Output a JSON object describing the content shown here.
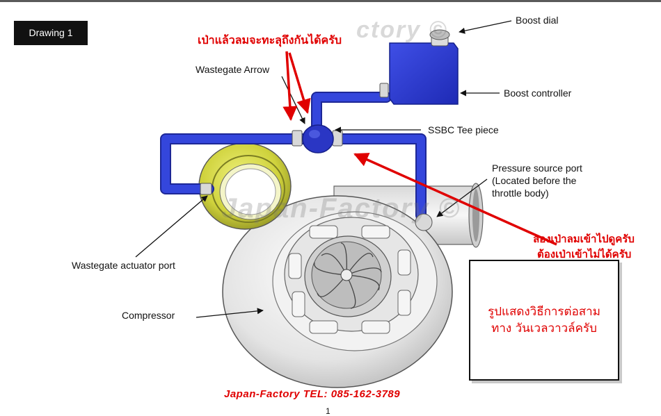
{
  "drawing_label": "Drawing 1",
  "labels": {
    "boost_dial": "Boost dial",
    "boost_controller": "Boost controller",
    "wastegate_arrow": "Wastegate Arrow",
    "ssbc_tee": "SSBC Tee piece",
    "pressure_source_1": "Pressure source port",
    "pressure_source_2": "(Located before the",
    "pressure_source_3": "throttle body)",
    "wastegate_actuator": "Wastegate actuator port",
    "compressor": "Compressor"
  },
  "thai_notes": {
    "top": "เป่าแล้วลมจะทะลุถึงกันได้ครับ",
    "right_1": "ลองเป่าลมเข้าไปดูครับ",
    "right_2": "ต้องเป่าเข้าไม่ได้ครับ",
    "box_1": "รูปแสดงวิธีการต่อสาม",
    "box_2": "ทาง วันเวลวาวล์ครับ"
  },
  "footer": {
    "contact": "Japan-Factory  TEL: 085-162-3789",
    "page_number": "1"
  },
  "watermark": {
    "main": "Japan-Factory ©",
    "top_fragment": "ctory ©"
  },
  "colors": {
    "hose": "#2f3fd6",
    "controller": "#2b3bd8",
    "actuator": "#c8cc3a",
    "annotation_red": "#e00000"
  }
}
